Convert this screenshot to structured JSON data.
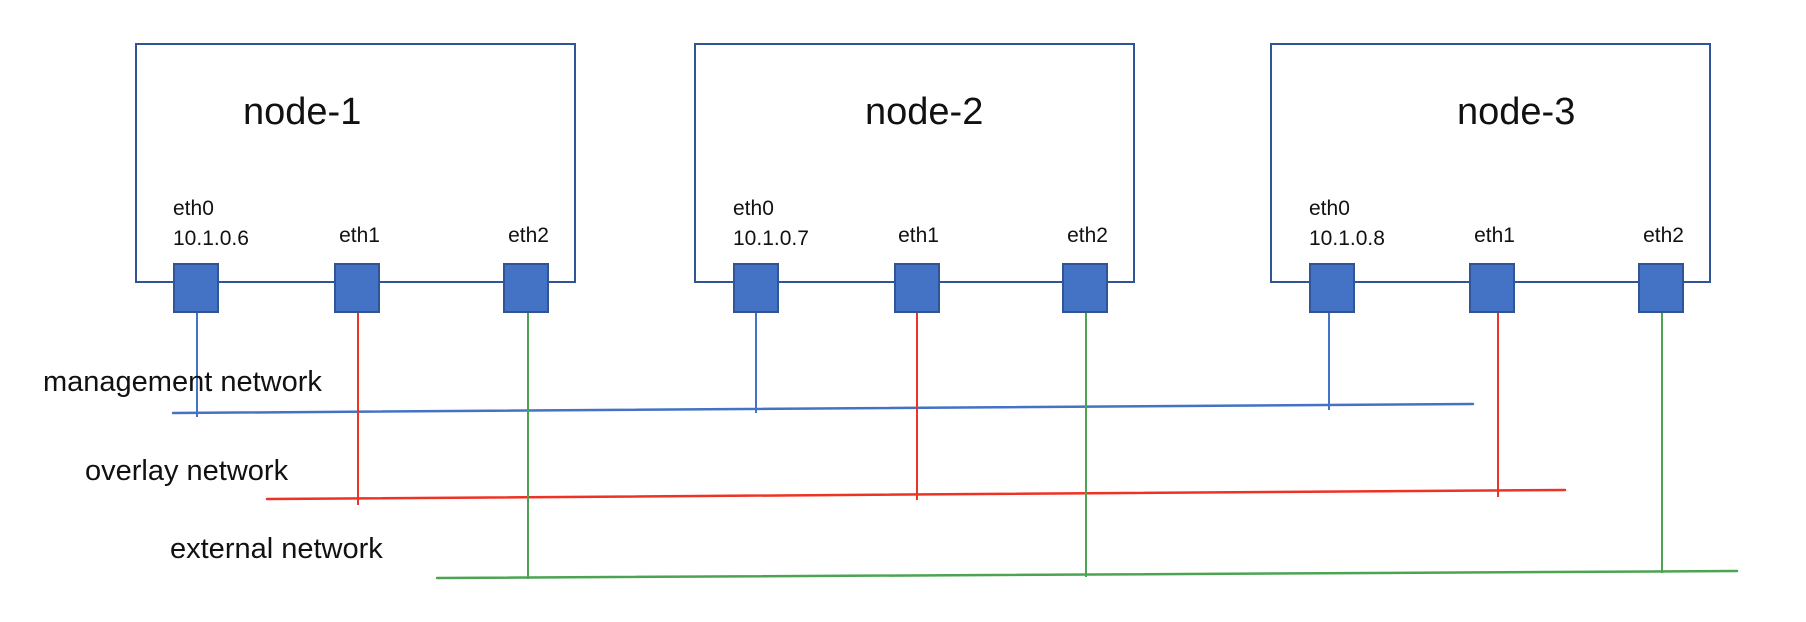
{
  "diagram": {
    "nodes": [
      {
        "title": "node-1",
        "interfaces": [
          {
            "name": "eth0",
            "ip": "10.1.0.6"
          },
          {
            "name": "eth1"
          },
          {
            "name": "eth2"
          }
        ]
      },
      {
        "title": "node-2",
        "interfaces": [
          {
            "name": "eth0",
            "ip": "10.1.0.7"
          },
          {
            "name": "eth1"
          },
          {
            "name": "eth2"
          }
        ]
      },
      {
        "title": "node-3",
        "interfaces": [
          {
            "name": "eth0",
            "ip": "10.1.0.8"
          },
          {
            "name": "eth1"
          },
          {
            "name": "eth2"
          }
        ]
      }
    ],
    "networks": [
      {
        "label": "management network",
        "color": "#4472c4"
      },
      {
        "label": "overlay network",
        "color": "#ee3224"
      },
      {
        "label": "external network",
        "color": "#4ca352"
      }
    ],
    "colors": {
      "node_border": "#2f5597",
      "port_fill": "#4472c4"
    }
  }
}
